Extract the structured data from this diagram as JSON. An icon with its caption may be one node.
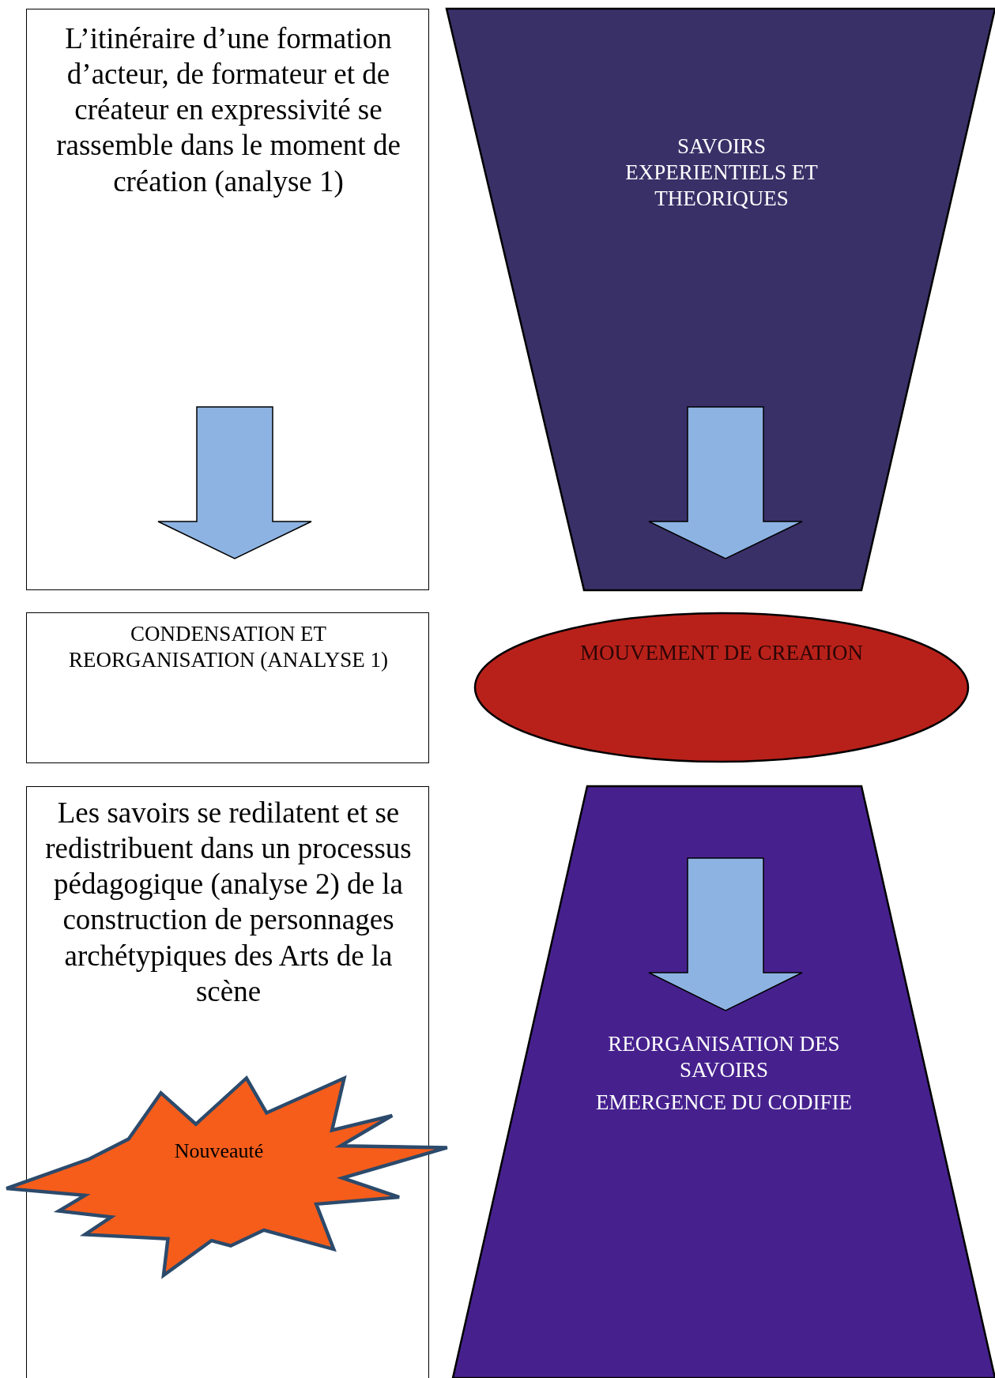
{
  "diagram": {
    "nodes": [
      {
        "text": [
          "L’itinéraire d’une formation d’acteur, de formateur et de créateur en expressivité se rassemble dans le moment de création (analyse 1)"
        ]
      },
      {
        "text": [
          "SAVOIRS EXPERIENTIELS ET THEORIQUES"
        ]
      },
      {
        "text": [
          "CONDENSATION ET REORGANISATION (ANALYSE 1)"
        ]
      },
      {
        "text": [
          "MOUVEMENT DE CREATION"
        ]
      },
      {
        "text": [
          "Les savoirs se redilatent et se redistribuent dans un processus pédagogique (analyse 2) de la construction de personnages archétypiques des Arts de la scène"
        ]
      },
      {
        "text": [
          "Nouveauté"
        ]
      },
      {
        "text": [
          "REORGANISATION DES SAVOIRS",
          "EMERGENCE DU CODIFIE"
        ]
      }
    ]
  }
}
